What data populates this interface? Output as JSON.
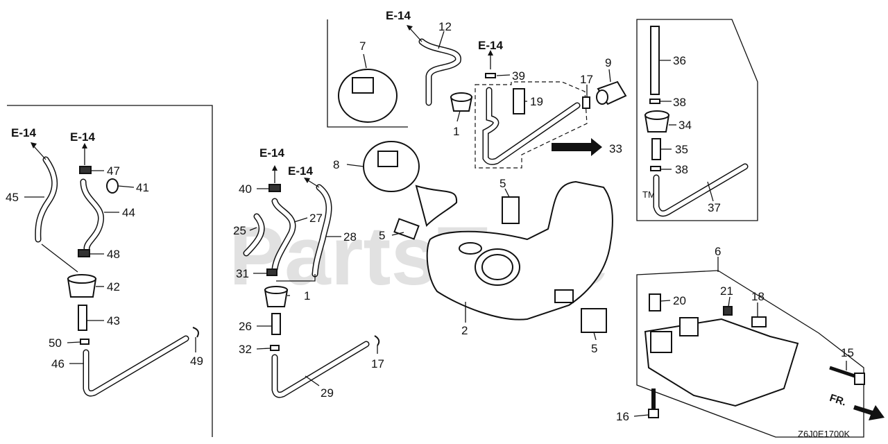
{
  "watermark": "PartsTree",
  "watermark_mark": "TM",
  "diagram_code": "Z6J0E1700K",
  "direction_label": "FR.",
  "ref_labels": [
    "E-14",
    "E-14",
    "E-14",
    "E-14",
    "E-14",
    "E-14"
  ],
  "callouts": [
    "12",
    "7",
    "39",
    "17",
    "9",
    "36",
    "19",
    "1",
    "38",
    "34",
    "33",
    "35",
    "38",
    "37",
    "8",
    "5",
    "40",
    "27",
    "28",
    "25",
    "5",
    "31",
    "1",
    "2",
    "6",
    "21",
    "20",
    "18",
    "26",
    "32",
    "17",
    "29",
    "5",
    "15",
    "16",
    "45",
    "47",
    "41",
    "44",
    "48",
    "42",
    "43",
    "50",
    "46",
    "49"
  ]
}
